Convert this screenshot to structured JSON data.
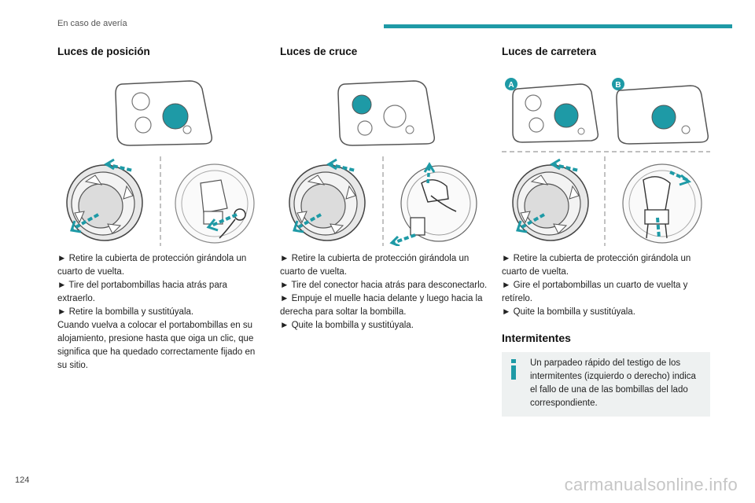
{
  "header": {
    "section": "En caso de avería"
  },
  "columns": [
    {
      "title": "Luces de posición",
      "steps": [
        "► Retire la cubierta de protección girándola un cuarto de vuelta.",
        "► Tire del portabombillas hacia atrás para extraerlo.",
        "► Retire la bombilla y sustitúyala.",
        "Cuando vuelva a colocar el portabombillas en su alojamiento, presione hasta que oiga un clic, que significa que ha quedado correctamente fijado en su sitio."
      ]
    },
    {
      "title": "Luces de cruce",
      "steps": [
        "► Retire la cubierta de protección girándola un cuarto de vuelta.",
        "► Tire del conector hacia atrás para desconectarlo.",
        "► Empuje el muelle hacia delante y luego hacia la derecha para soltar la bombilla.",
        "► Quite la bombilla y sustitúyala."
      ]
    },
    {
      "title": "Luces de carretera",
      "badges": [
        "A",
        "B"
      ],
      "steps": [
        "► Retire la cubierta de protección girándola un cuarto de vuelta.",
        "► Gire el portabombillas un cuarto de vuelta y retírelo.",
        "► Quite la bombilla y sustitúyala."
      ],
      "subsection": {
        "title": "Intermitentes",
        "note": "Un parpadeo rápido del testigo de los intermitentes (izquierdo o derecho) indica el fallo de una de las bombillas del lado correspondiente."
      }
    }
  ],
  "footer": {
    "page_number": "124",
    "watermark": "carmanualsonline.info"
  },
  "colors": {
    "accent": "#1e9aa6",
    "info_bg": "#eef1f1"
  },
  "icons": [
    "headlamp-unit-icon",
    "protective-cover-icon",
    "bulb-holder-icon",
    "connector-icon",
    "info-icon"
  ]
}
